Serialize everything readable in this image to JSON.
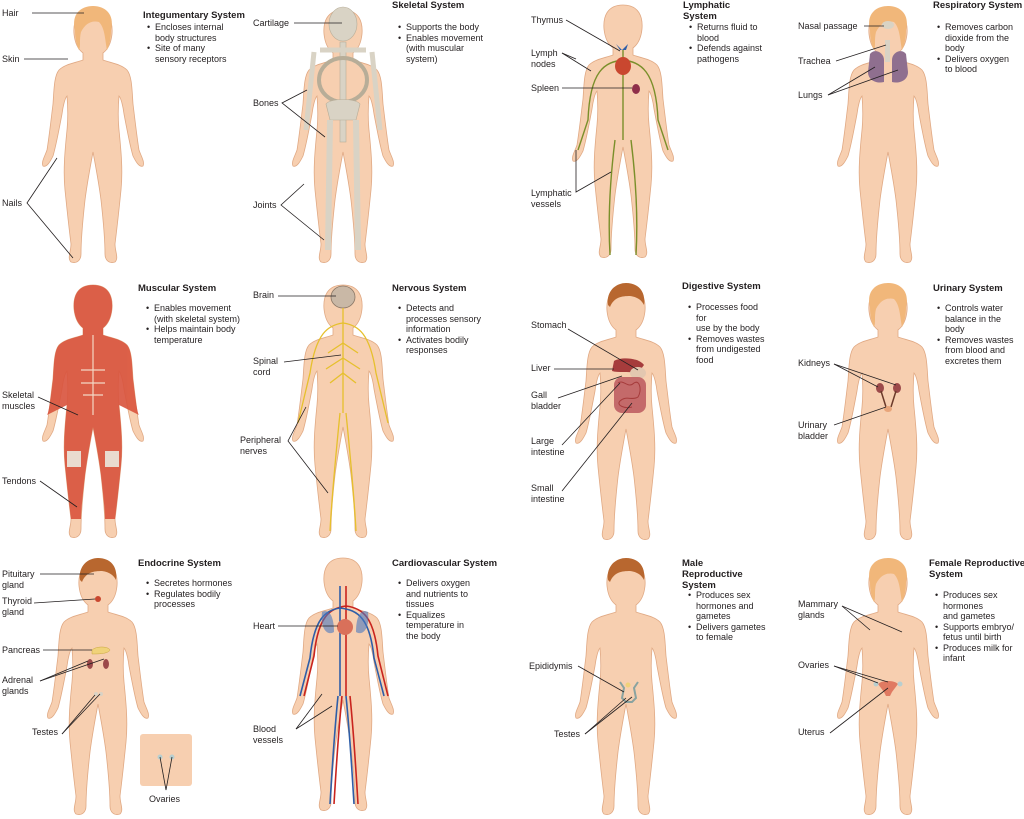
{
  "colors": {
    "skin": "#f7cfb0",
    "skin_outline": "#e0a984",
    "hair_female": "#f1b77a",
    "hair_male": "#b8672f",
    "bone": "#d9d3c5",
    "lymph": "#7a8f2a",
    "lung": "#8f6f8f",
    "muscle": "#d9533d",
    "nerve": "#e6c02c",
    "digestive": "#a63c3c",
    "kidney": "#9c4a4a",
    "artery": "#c9241e",
    "vein": "#2e5ea8",
    "uterus": "#e07a62",
    "leader_line": "#231f20"
  },
  "systems": [
    {
      "id": "integumentary",
      "title": "Integumentary System",
      "functions": [
        "Encloses internal\nbody structures",
        "Site of many\nsensory receptors"
      ],
      "labels": [
        "Hair",
        "Skin",
        "Nails"
      ]
    },
    {
      "id": "skeletal",
      "title": "Skeletal System",
      "functions": [
        "Supports the body",
        "Enables movement\n(with muscular\nsystem)"
      ],
      "labels": [
        "Cartilage",
        "Bones",
        "Joints"
      ]
    },
    {
      "id": "lymphatic",
      "title": "Lymphatic System",
      "functions": [
        "Returns fluid to\nblood",
        "Defends against\npathogens"
      ],
      "labels": [
        "Thymus",
        "Lymph\nnodes",
        "Spleen",
        "Lymphatic\nvessels"
      ]
    },
    {
      "id": "respiratory",
      "title": "Respiratory System",
      "functions": [
        "Removes carbon\ndioxide from the\nbody",
        "Delivers oxygen\nto blood"
      ],
      "labels": [
        "Nasal passage",
        "Trachea",
        "Lungs"
      ]
    },
    {
      "id": "muscular",
      "title": "Muscular System",
      "functions": [
        "Enables movement\n(with skeletal system)",
        "Helps maintain body\ntemperature"
      ],
      "labels": [
        "Skeletal\nmuscles",
        "Tendons"
      ]
    },
    {
      "id": "nervous",
      "title": "Nervous System",
      "functions": [
        "Detects and\nprocesses sensory\ninformation",
        "Activates bodily\nresponses"
      ],
      "labels": [
        "Brain",
        "Spinal\ncord",
        "Peripheral\nnerves"
      ]
    },
    {
      "id": "digestive",
      "title": "Digestive System",
      "functions": [
        "Processes food for\nuse by the body",
        "Removes wastes\nfrom undigested\nfood"
      ],
      "labels": [
        "Stomach",
        "Liver",
        "Gall\nbladder",
        "Large\nintestine",
        "Small\nintestine"
      ]
    },
    {
      "id": "urinary",
      "title": "Urinary System",
      "functions": [
        "Controls water\nbalance in the\nbody",
        "Removes wastes\nfrom blood and\nexcretes them"
      ],
      "labels": [
        "Kidneys",
        "Urinary\nbladder"
      ]
    },
    {
      "id": "endocrine",
      "title": "Endocrine System",
      "functions": [
        "Secretes hormones",
        "Regulates bodily\nprocesses"
      ],
      "labels": [
        "Pituitary\ngland",
        "Thyroid\ngland",
        "Pancreas",
        "Adrenal\nglands",
        "Testes",
        "Ovaries"
      ]
    },
    {
      "id": "cardiovascular",
      "title": "Cardiovascular System",
      "functions": [
        "Delivers oxygen\nand nutrients to\ntissues",
        "Equalizes\ntemperature in\nthe body"
      ],
      "labels": [
        "Heart",
        "Blood\nvessels"
      ]
    },
    {
      "id": "male-reproductive",
      "title": "Male Reproductive\nSystem",
      "functions": [
        "Produces sex\nhormones and\ngametes",
        "Delivers gametes\nto female"
      ],
      "labels": [
        "Epididymis",
        "Testes"
      ]
    },
    {
      "id": "female-reproductive",
      "title": "Female Reproductive\nSystem",
      "functions": [
        "Produces sex\nhormones\nand gametes",
        "Supports embryo/\nfetus until birth",
        "Produces milk for\ninfant"
      ],
      "labels": [
        "Mammary\nglands",
        "Ovaries",
        "Uterus"
      ]
    }
  ]
}
